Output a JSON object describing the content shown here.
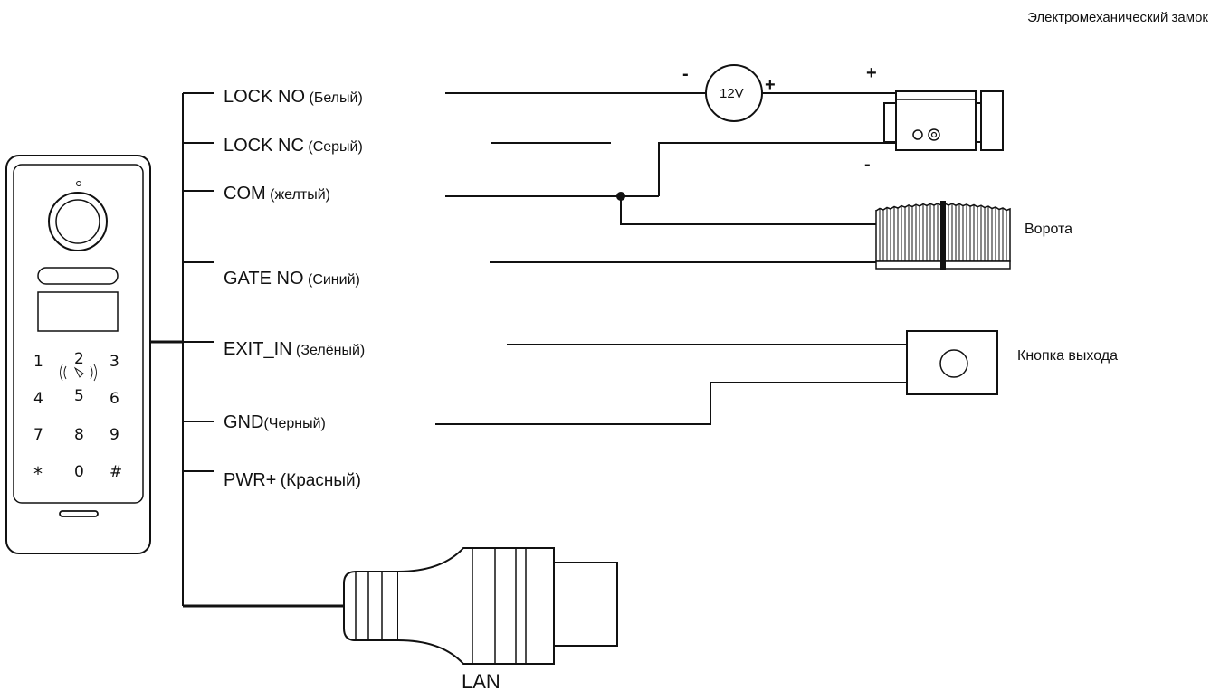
{
  "title": "Электромеханический замок",
  "wires": [
    {
      "id": "lock-no",
      "name": "LOCK NO",
      "color": "(Белый)"
    },
    {
      "id": "lock-nc",
      "name": "LOCK NC",
      "color": "(Серый)"
    },
    {
      "id": "com",
      "name": "COM",
      "color": "(желтый)"
    },
    {
      "id": "gate-no",
      "name": "GATE NO",
      "color": "(Синий)"
    },
    {
      "id": "exit-in",
      "name": "EXIT_IN",
      "color": "(Зелёный)"
    },
    {
      "id": "gnd",
      "name": "GND",
      "color": "(Черный)"
    },
    {
      "id": "pwr",
      "name": "PWR+",
      "color": "(Красный)"
    }
  ],
  "power_supply": {
    "label": "12V",
    "minus": "-",
    "plus": "+"
  },
  "lock": {
    "plus": "+",
    "minus": "-"
  },
  "gate_label": "Ворота",
  "exit_button_label": "Кнопка выхода",
  "lan_label": "LAN",
  "keypad": {
    "keys": [
      "1",
      "2",
      "3",
      "4",
      "5",
      "6",
      "7",
      "8",
      "9",
      "*",
      "0",
      "#"
    ]
  }
}
